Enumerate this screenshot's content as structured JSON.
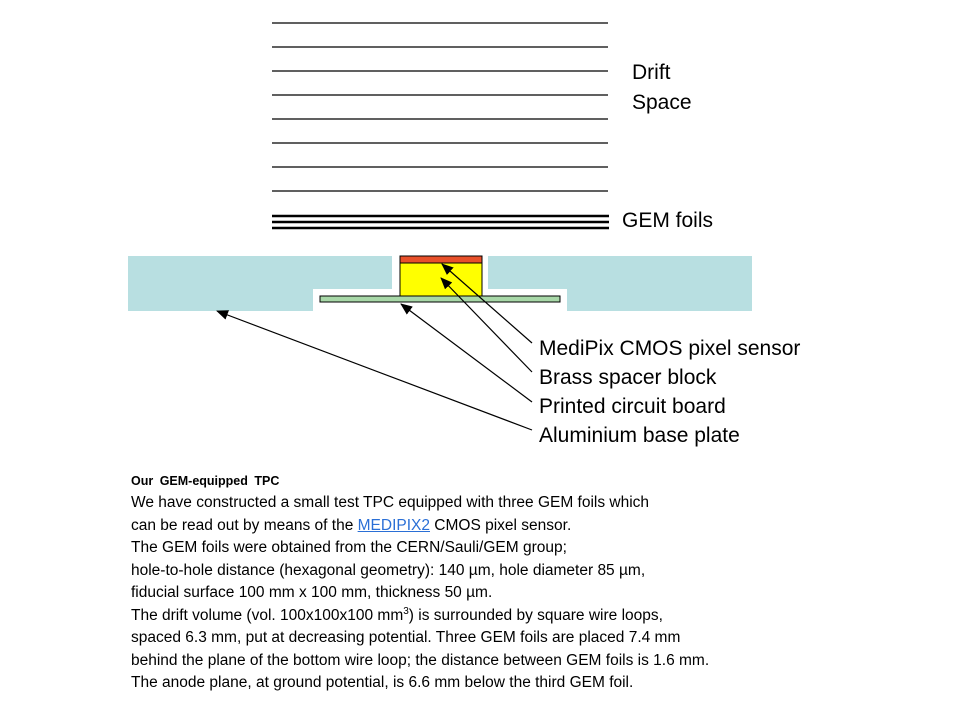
{
  "labels": {
    "drift_line1": "Drift",
    "drift_line2": "Space",
    "gem_foils": "GEM foils"
  },
  "callouts": [
    "MediPix CMOS pixel sensor",
    "Brass spacer block",
    "Printed circuit board",
    "Aluminium base plate"
  ],
  "description": {
    "heading": "Our GEM-equipped TPC",
    "line1": "We have constructed a small test TPC equipped with three GEM foils which",
    "line2_before": "can be read out by means of the ",
    "line2_link": "MEDIPIX2",
    "line2_after": " CMOS pixel sensor.",
    "line3": "The GEM foils were obtained from the CERN/Sauli/GEM group;",
    "line4": "hole-to-hole distance (hexagonal geometry): 140 µm, hole diameter 85 µm,",
    "line5": "fiducial surface 100 mm x 100 mm, thickness 50 µm.",
    "line6_before": "The drift volume (vol. 100x100x100 mm",
    "line6_sup": "3",
    "line6_after": ") is surrounded by square wire loops,",
    "line7": "spaced 6.3 mm, put at decreasing potential. Three GEM foils are placed 7.4 mm",
    "line8": "behind the plane of the bottom wire loop; the distance between GEM foils is 1.6 mm.",
    "line9": "The anode plane, at ground potential, is 6.6 mm below the third GEM foil."
  },
  "colors": {
    "base_plate": "#b8dfe1",
    "pcb": "#a8d8a8",
    "spacer_block": "#ffff00",
    "sensor": "#e8502a"
  }
}
